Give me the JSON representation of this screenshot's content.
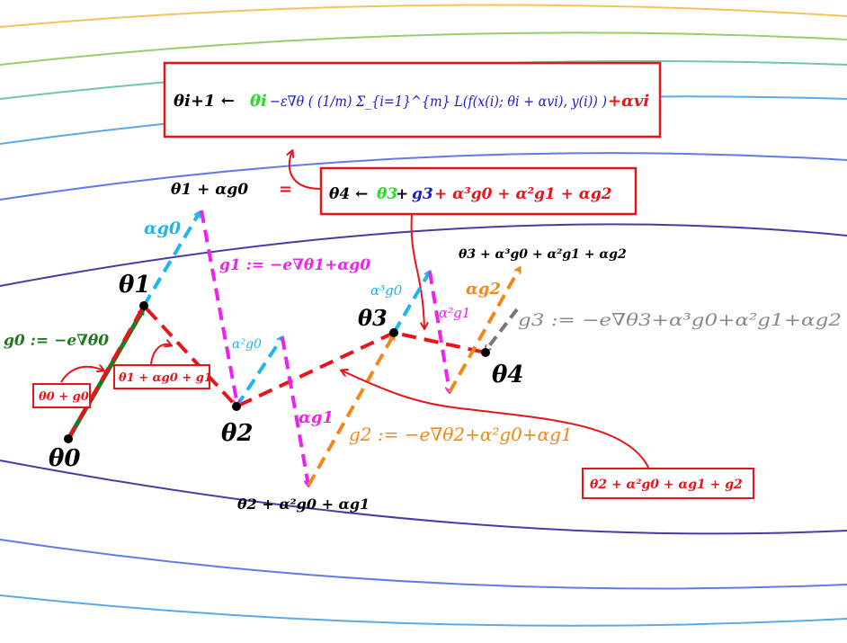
{
  "formula": {
    "lhs": "θi+1 ← ",
    "theta_i": "θi",
    "grad_part": "−ε∇θ ( (1/m) Σ_{i=1}^{m} L(f(x(i); θi + αvi), y(i)) )",
    "momentum": "+αvi"
  },
  "equals_sign": "=",
  "update": {
    "lhs": "θ4 ← ",
    "theta3": "θ3",
    "plus1": " + ",
    "g3": "g3",
    "rest": " + α³g0 + α²g1 + αg2"
  },
  "labels": {
    "theta0": "θ0",
    "theta1": "θ1",
    "theta2": "θ2",
    "theta3": "θ3",
    "theta4": "θ4",
    "g0_def": "g0 := −e∇θ0",
    "g1_def": "g1 := −e∇θ1+αg0",
    "g2_def": "g2 := −e∇θ2+α²g0+αg1",
    "g3_def": "g3 := −e∇θ3+α³g0+α²g1+αg2",
    "alpha_g0": "αg0",
    "alpha2_g0": "α²g0",
    "alpha3_g0": "α³g0",
    "alpha_g1": "αg1",
    "alpha2_g1": "α²g1",
    "alpha_g2": "αg2",
    "theta1_plus_ag0": "θ1 + αg0",
    "theta2_plus": "θ2 + α²g0 + αg1",
    "theta3_plus": "θ3 + α³g0 + α²g1 + αg2",
    "box_theta0_g0": "θ0 + g0",
    "box_theta1": "θ1 + αg0 + g1",
    "box_theta2": "θ2 + α²g0 + αg1 + g2"
  },
  "colors": {
    "red": "#e8141b",
    "green": "#1f7a1f",
    "lightgreen": "#22dd22",
    "blue": "#1a1acc",
    "cyan": "#1fb5ee",
    "magenta": "#ee22ee",
    "orange": "#f2871a",
    "gray": "#888888"
  }
}
